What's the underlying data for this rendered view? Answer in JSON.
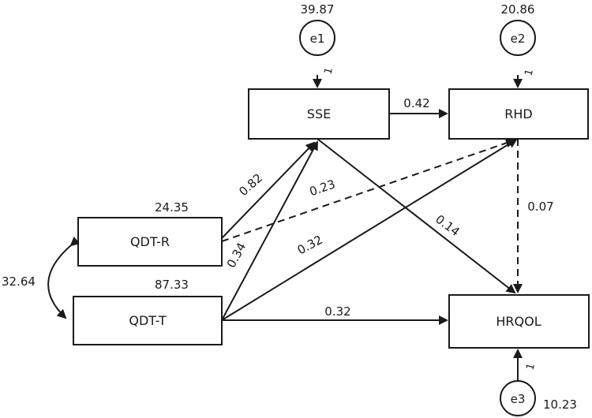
{
  "nodes": {
    "sse": {
      "label": "SSE"
    },
    "rhd": {
      "label": "RHD"
    },
    "qdt_r": {
      "label": "QDT-R",
      "variance": "24.35"
    },
    "qdt_t": {
      "label": "QDT-T",
      "variance": "87.33"
    },
    "hrqol": {
      "label": "HRQOL"
    }
  },
  "errors": {
    "e1": {
      "label": "e1",
      "variance": "39.87",
      "loading": "1"
    },
    "e2": {
      "label": "e2",
      "variance": "20.86",
      "loading": "1"
    },
    "e3": {
      "label": "e3",
      "variance": "10.23",
      "loading": "1"
    }
  },
  "paths": {
    "sse_rhd": "0.42",
    "qdtr_sse": "0.82",
    "qdtr_rhd": "0.23",
    "qdtt_sse": "0.34",
    "qdtt_rhd": "0.32",
    "sse_hrqol": "0.14",
    "rhd_hrqol": "0.07",
    "qdtt_hrqol": "0.32"
  },
  "covariance": {
    "qdtr_qdtt": "32.64"
  }
}
